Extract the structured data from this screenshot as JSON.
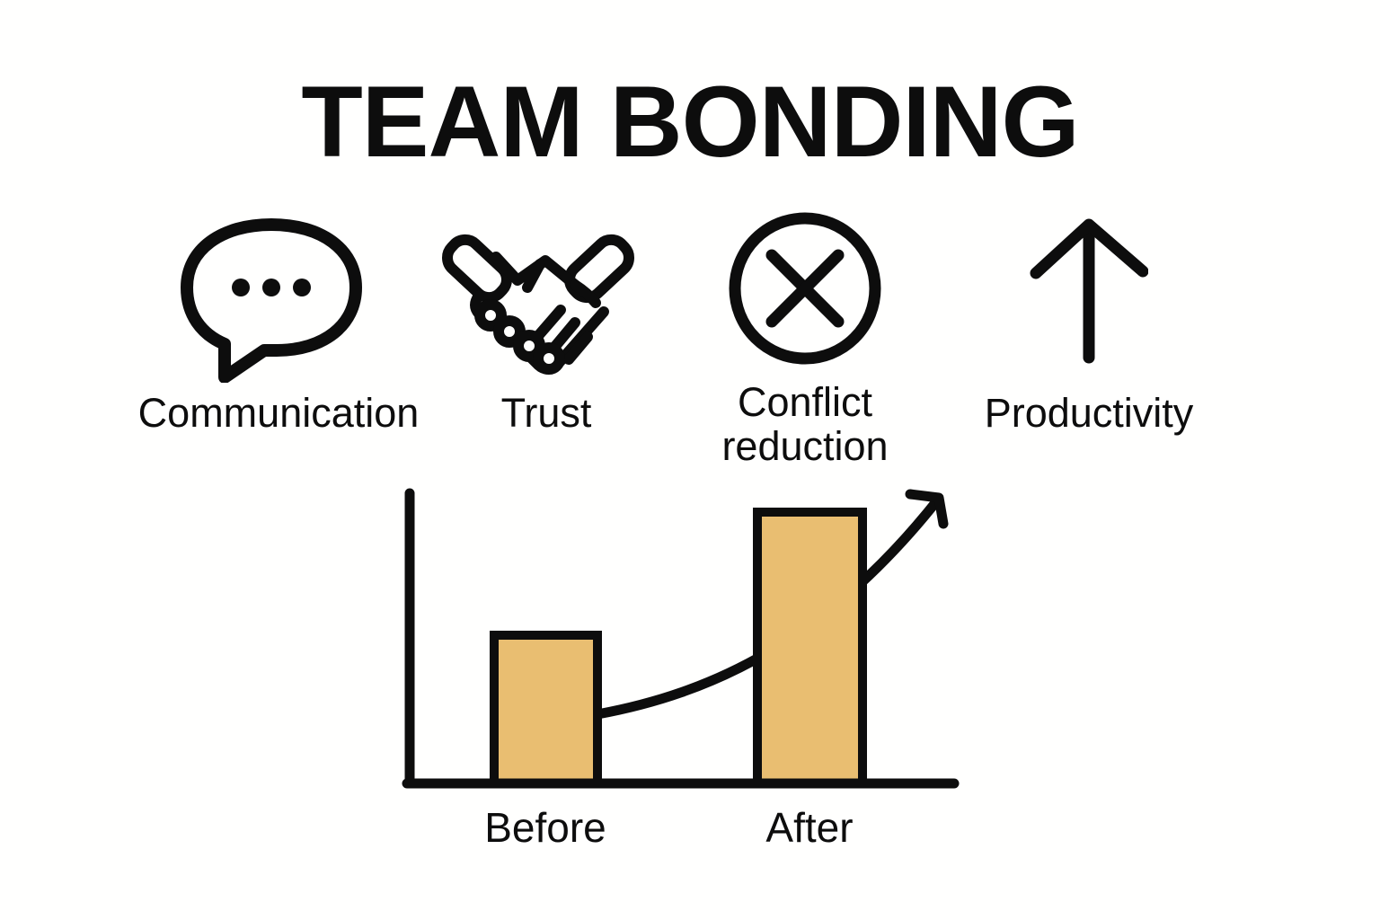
{
  "title": "TEAM BONDING",
  "features": [
    {
      "id": "communication",
      "label": "Communication",
      "icon": "speech-bubble-icon"
    },
    {
      "id": "trust",
      "label": "Trust",
      "icon": "handshake-icon"
    },
    {
      "id": "conflict-reduction",
      "label": "Conflict reduction",
      "icon": "crossed-circle-icon"
    },
    {
      "id": "productivity",
      "label": "Productivity",
      "icon": "arrow-up-icon"
    }
  ],
  "chart_data": {
    "type": "bar",
    "categories": [
      "Before",
      "After"
    ],
    "values": [
      52,
      95
    ],
    "ylim": [
      0,
      100
    ],
    "unit": "relative bar height (no numeric scale shown)",
    "title": "",
    "xlabel": "",
    "ylabel": "",
    "grid": false,
    "legend": false,
    "bar_color": "#E9BE71",
    "annotations": [
      "hand-drawn rising curve with arrow from the Before bar, behind the After bar, to the upper right"
    ]
  },
  "colors": {
    "background": "#FFFFFE",
    "ink": "#0D0D0D",
    "bar_fill": "#E9BE71"
  }
}
